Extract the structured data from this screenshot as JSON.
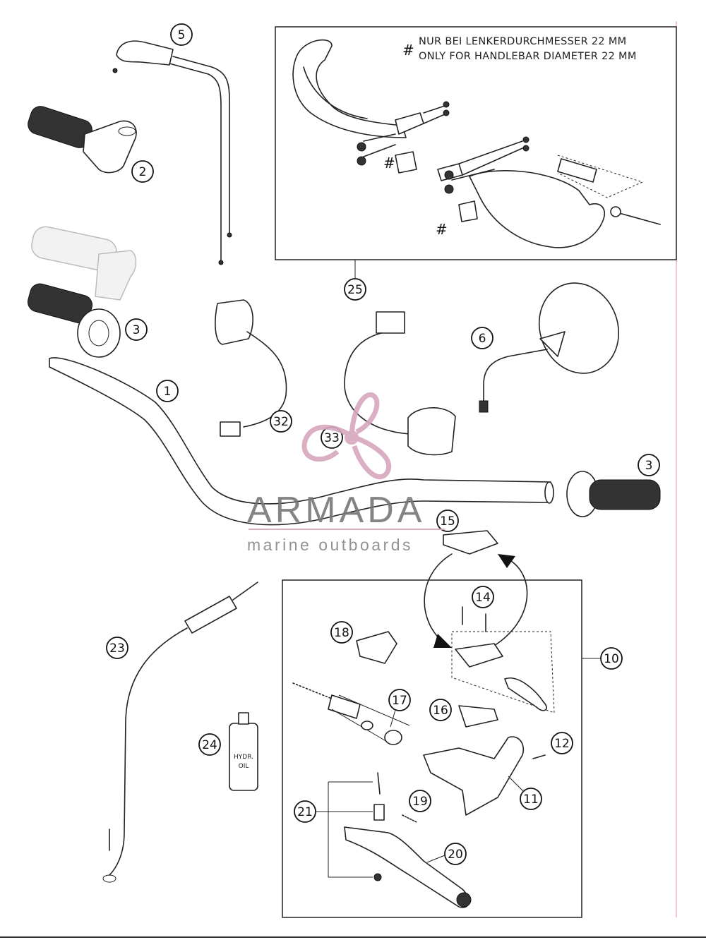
{
  "note": {
    "symbol": "#",
    "line_de": "NUR BEI LENKERDURCHMESSER 22 MM",
    "line_en": "ONLY FOR HANDLEBAR DIAMETER 22 MM"
  },
  "hash_marks": [
    "#",
    "#"
  ],
  "callouts": {
    "c1": "1",
    "c2": "2",
    "c3a": "3",
    "c3b": "3",
    "c5": "5",
    "c6": "6",
    "c10": "10",
    "c11": "11",
    "c12": "12",
    "c14": "14",
    "c15": "15",
    "c16": "16",
    "c17": "17",
    "c18": "18",
    "c19": "19",
    "c20": "20",
    "c21": "21",
    "c23": "23",
    "c24": "24",
    "c25": "25",
    "c32": "32",
    "c33": "33"
  },
  "oil_bottle_label": [
    "HYDR.",
    "OIL"
  ],
  "watermark": {
    "brand": "ARMADA",
    "tagline": "marine outboards",
    "accent_color": "#d7a6bd"
  }
}
